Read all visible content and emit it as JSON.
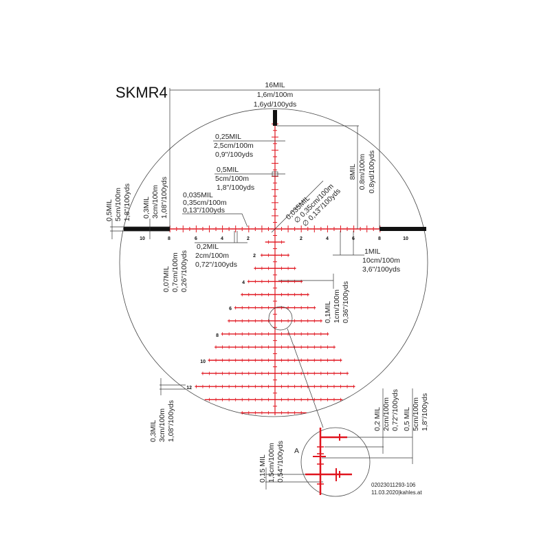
{
  "title": "SKMR4",
  "colors": {
    "reticle": "#e0141e",
    "lines": "#333333",
    "posts": "#111111"
  },
  "dimensions": {
    "total_width": [
      "16MIL",
      "1,6m/100m",
      "1,6yd/100yds"
    ],
    "top_gap": [
      "0,25MIL",
      "2,5cm/100m",
      "0,9\"/100yds"
    ],
    "center_box": [
      "0,5MIL",
      "5cm/100m",
      "1,8\"/100yds"
    ],
    "line_thickness": [
      "0,035MIL",
      "0,35cm/100m",
      "0,13\"/100yds"
    ],
    "center_dot": [
      "0,035MIL",
      "∅ 0,35cm/100m",
      "∅ 0,13\"/100yds"
    ],
    "half_height": [
      "8MIL",
      "0.8m/100m",
      "0.8yd/100yds"
    ],
    "post_thickness": [
      "0,5MIL",
      "5cm/100m",
      "1,8\"/100yds"
    ],
    "post_tick": [
      "0,3MIL",
      "3cm/100m",
      "1,08\"/100yds"
    ],
    "small_tick": [
      "0,2MIL",
      "2cm/100m",
      "0,72\"/100yds"
    ],
    "tick_height": [
      "0,07MIL",
      "0,7cm/100m",
      "0,26\"/100yds"
    ],
    "one_mil": [
      "1MIL",
      "10cm/100m",
      "3,6\"/100yds"
    ],
    "tree_spacing": [
      "0,1MIL",
      "1cm/100m",
      "0,36\"/100yds"
    ],
    "tree_tick": [
      "0,3MIL",
      "3cm/100m",
      "1,08\"/100yds"
    ],
    "detail_gap": [
      "0,15 MIL",
      "1,5cm/100m",
      "0,54\"/100yds"
    ],
    "detail_small": [
      "0,2 MIL",
      "2cm/100m",
      "0,72\"/100yds"
    ],
    "detail_large": [
      "0,5 MIL",
      "5cm/100m",
      "1,8\"/100yds"
    ]
  },
  "scale": {
    "left": [
      "10",
      "8",
      "6",
      "4",
      "2"
    ],
    "right": [
      "2",
      "4",
      "6",
      "8",
      "10"
    ],
    "tree": [
      "2",
      "4",
      "6",
      "8",
      "10",
      "12"
    ]
  },
  "detail_label": "A",
  "footer": [
    "02023011293-106",
    "11.03.2020|kahles.at"
  ]
}
